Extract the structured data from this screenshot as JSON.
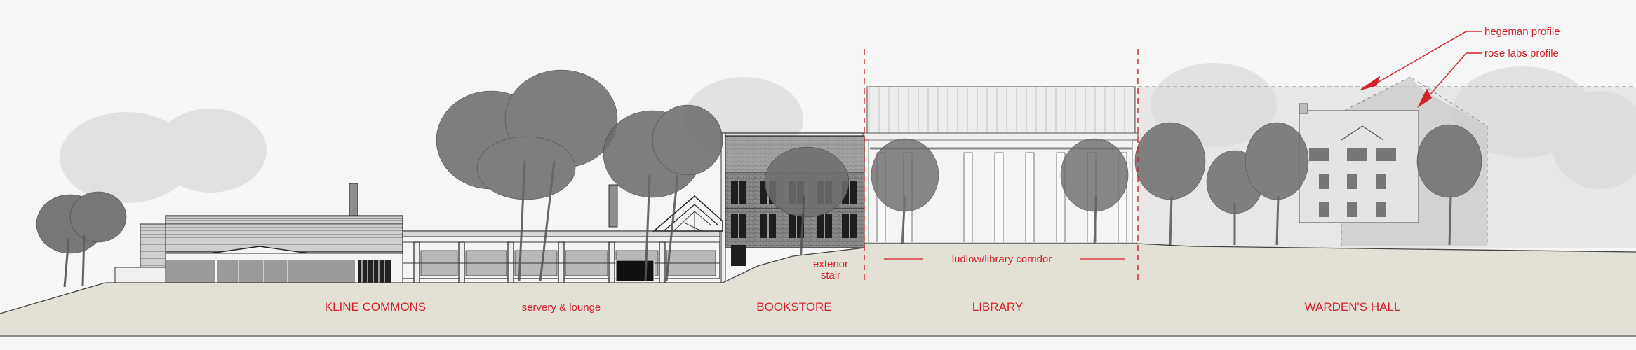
{
  "labels": {
    "kline_commons": "KLINE COMMONS",
    "servery_lounge": "servery & lounge",
    "bookstore": "BOOKSTORE",
    "exterior_stair_1": "exterior",
    "exterior_stair_2": "stair",
    "library": "LIBRARY",
    "corridor": "ludlow/library corridor",
    "wardens_hall": "WARDEN'S HALL",
    "hegeman_profile": "hegeman profile",
    "rose_labs_profile": "rose labs profile"
  },
  "colors": {
    "annotation": "#d4202a",
    "ground": "#e3e1d5",
    "background": "#f6f6f6",
    "tree": "#6e6e6e",
    "profile_fill": "#dcdcdc"
  }
}
